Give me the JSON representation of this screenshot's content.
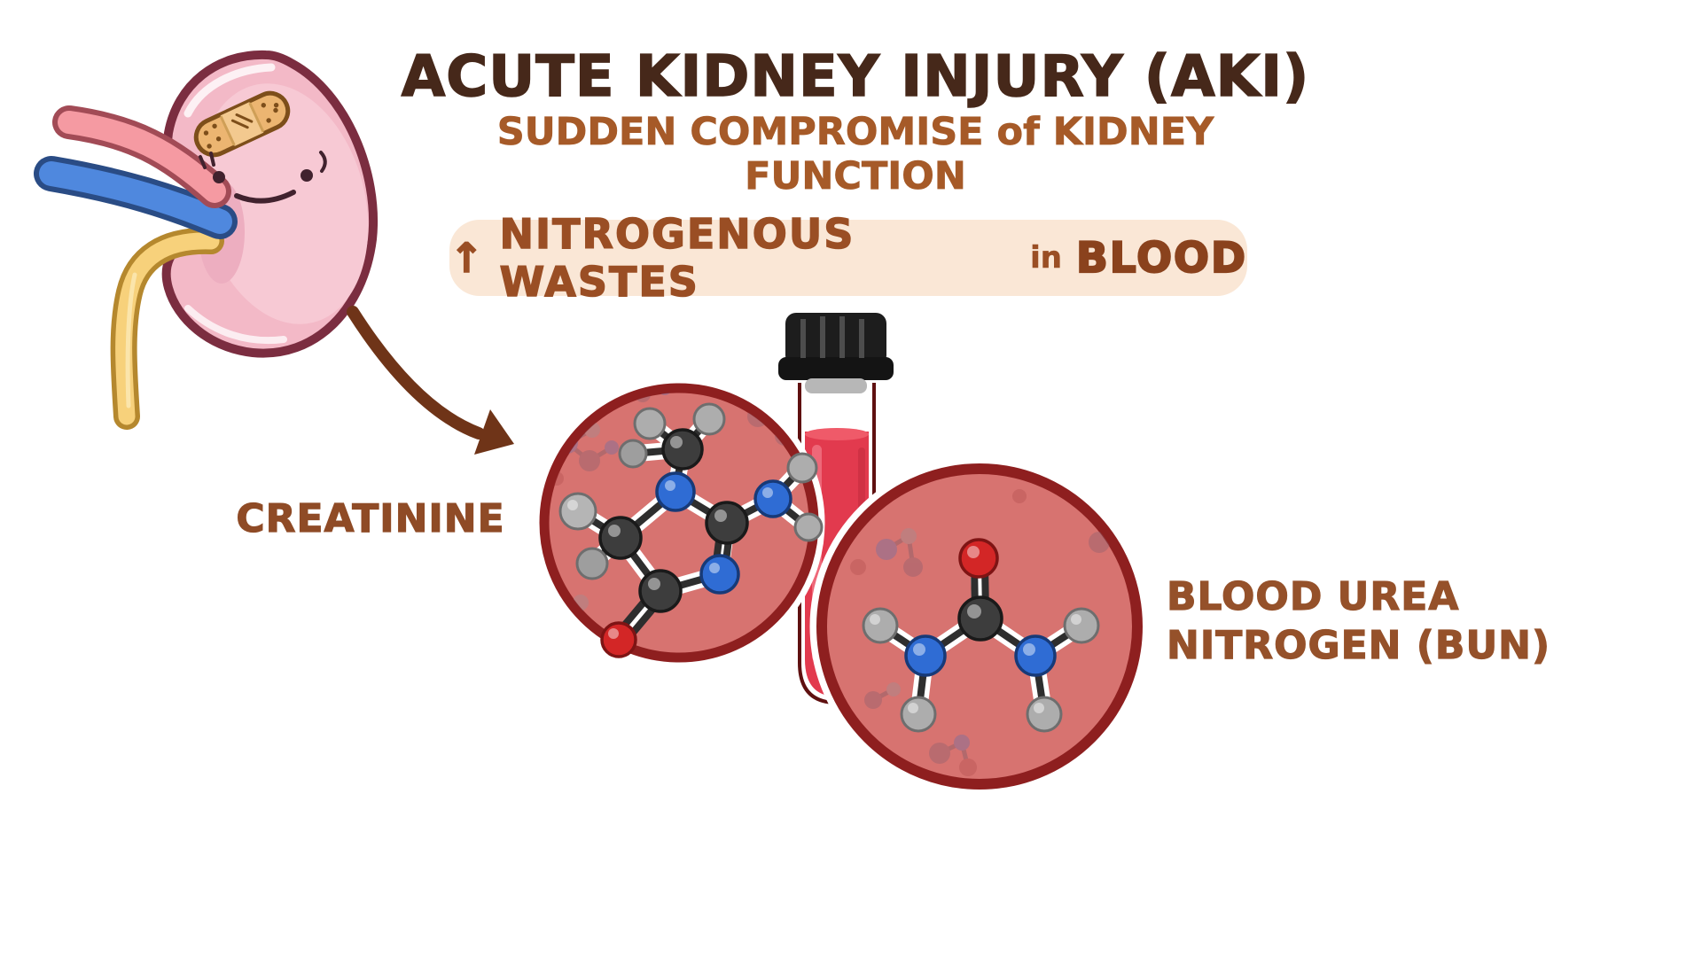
{
  "header": {
    "title": "ACUTE KIDNEY INJURY (AKI)",
    "subtitle": "SUDDEN COMPROMISE of KIDNEY FUNCTION"
  },
  "highlight_banner": {
    "arrow_glyph": "↑",
    "label_main": "NITROGENOUS WASTES",
    "label_connector": "in",
    "label_emphasis": "BLOOD"
  },
  "labels": {
    "creatinine": "CREATININE",
    "bun": {
      "line1": "BLOOD UREA",
      "line2": "NITROGEN (BUN)"
    }
  },
  "icons": [
    "kidney-icon",
    "bandage-icon",
    "kidney-face",
    "renal-artery-icon",
    "renal-vein-icon",
    "ureter-icon",
    "curved-arrow-icon",
    "test-tube-icon",
    "creatinine-magnifier-circle",
    "bun-magnifier-circle",
    "creatinine-molecule-icon",
    "urea-molecule-icon",
    "up-arrow-icon"
  ],
  "colors": {
    "title_brown": "#46281a",
    "subtitle_rust": "#a65a28",
    "banner_bg": "#fae7d6",
    "banner_text": "#9a4e24",
    "banner_emphasis": "#8a421d",
    "label_brown": "#8f4b26",
    "arrow_brown": "#6f3418",
    "circle_fill": "#d77370",
    "circle_border": "#8e1f1f",
    "blood_red": "#e23a4e",
    "kidney_pink": "#f3b9c7",
    "kidney_outline": "#7b2d40",
    "artery_pink": "#f59aa2",
    "vein_blue": "#4f88de",
    "ureter_yellow": "#f7d17b",
    "bandage_tan": "#ecb571",
    "atom_carbon": "#3d3d3d",
    "atom_nitrogen": "#2f6cd4",
    "atom_oxygen": "#d32626",
    "atom_hydrogen": "#adadad"
  }
}
